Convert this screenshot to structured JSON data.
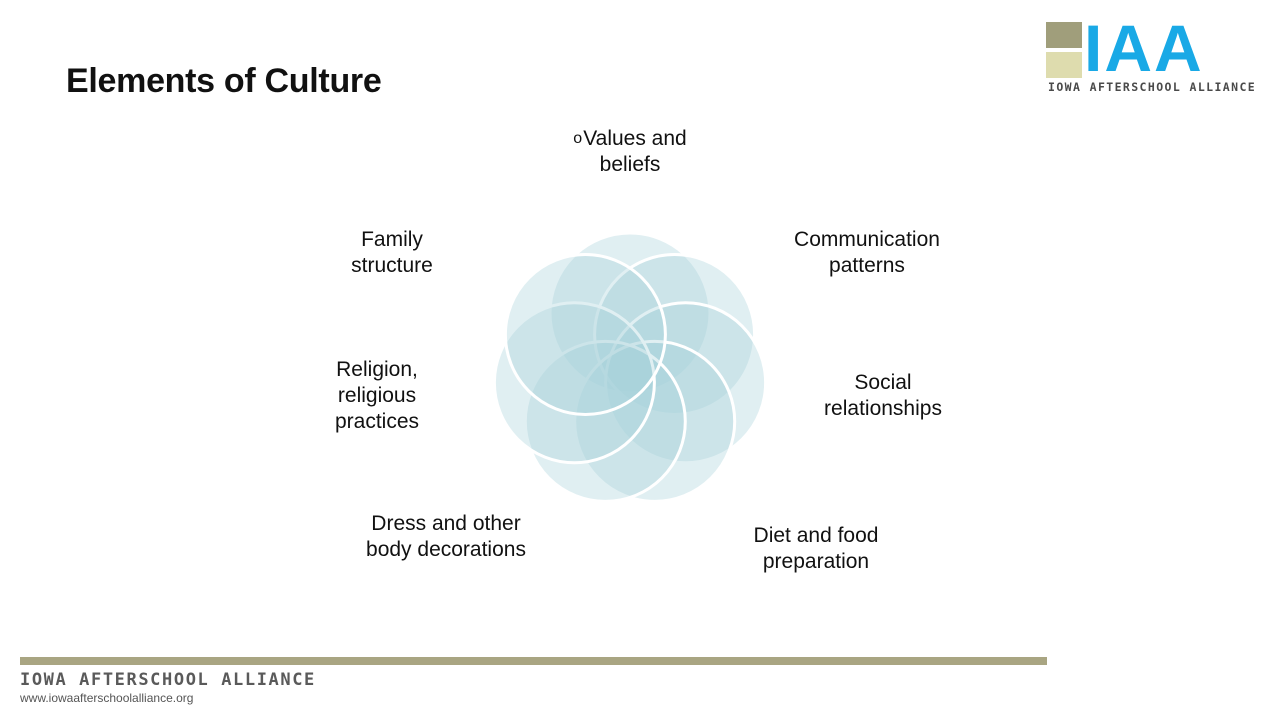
{
  "slide": {
    "title": "Elements of Culture"
  },
  "logo": {
    "letters": "IAA",
    "text": "IOWA AFTERSCHOOL ALLIANCE",
    "colors": {
      "top_square": "#a09e7b",
      "bottom_square": "#dedcae",
      "letters": "#19a9e6"
    }
  },
  "diagram": {
    "items": [
      {
        "label": "Values and beliefs",
        "bullet": "o"
      },
      {
        "label": "Communication patterns"
      },
      {
        "label": "Social relationships"
      },
      {
        "label": "Diet and food preparation"
      },
      {
        "label": "Dress and other body decorations"
      },
      {
        "label": "Religion, religious practices"
      },
      {
        "label": "Family structure"
      }
    ],
    "colors": {
      "circle_fill": "#a5d0da",
      "circle_stroke": "#ffffff"
    }
  },
  "footer": {
    "name": "IOWA AFTERSCHOOL ALLIANCE",
    "url": "www.iowaafterschoolalliance.org",
    "bar_color": "#a9a582"
  }
}
